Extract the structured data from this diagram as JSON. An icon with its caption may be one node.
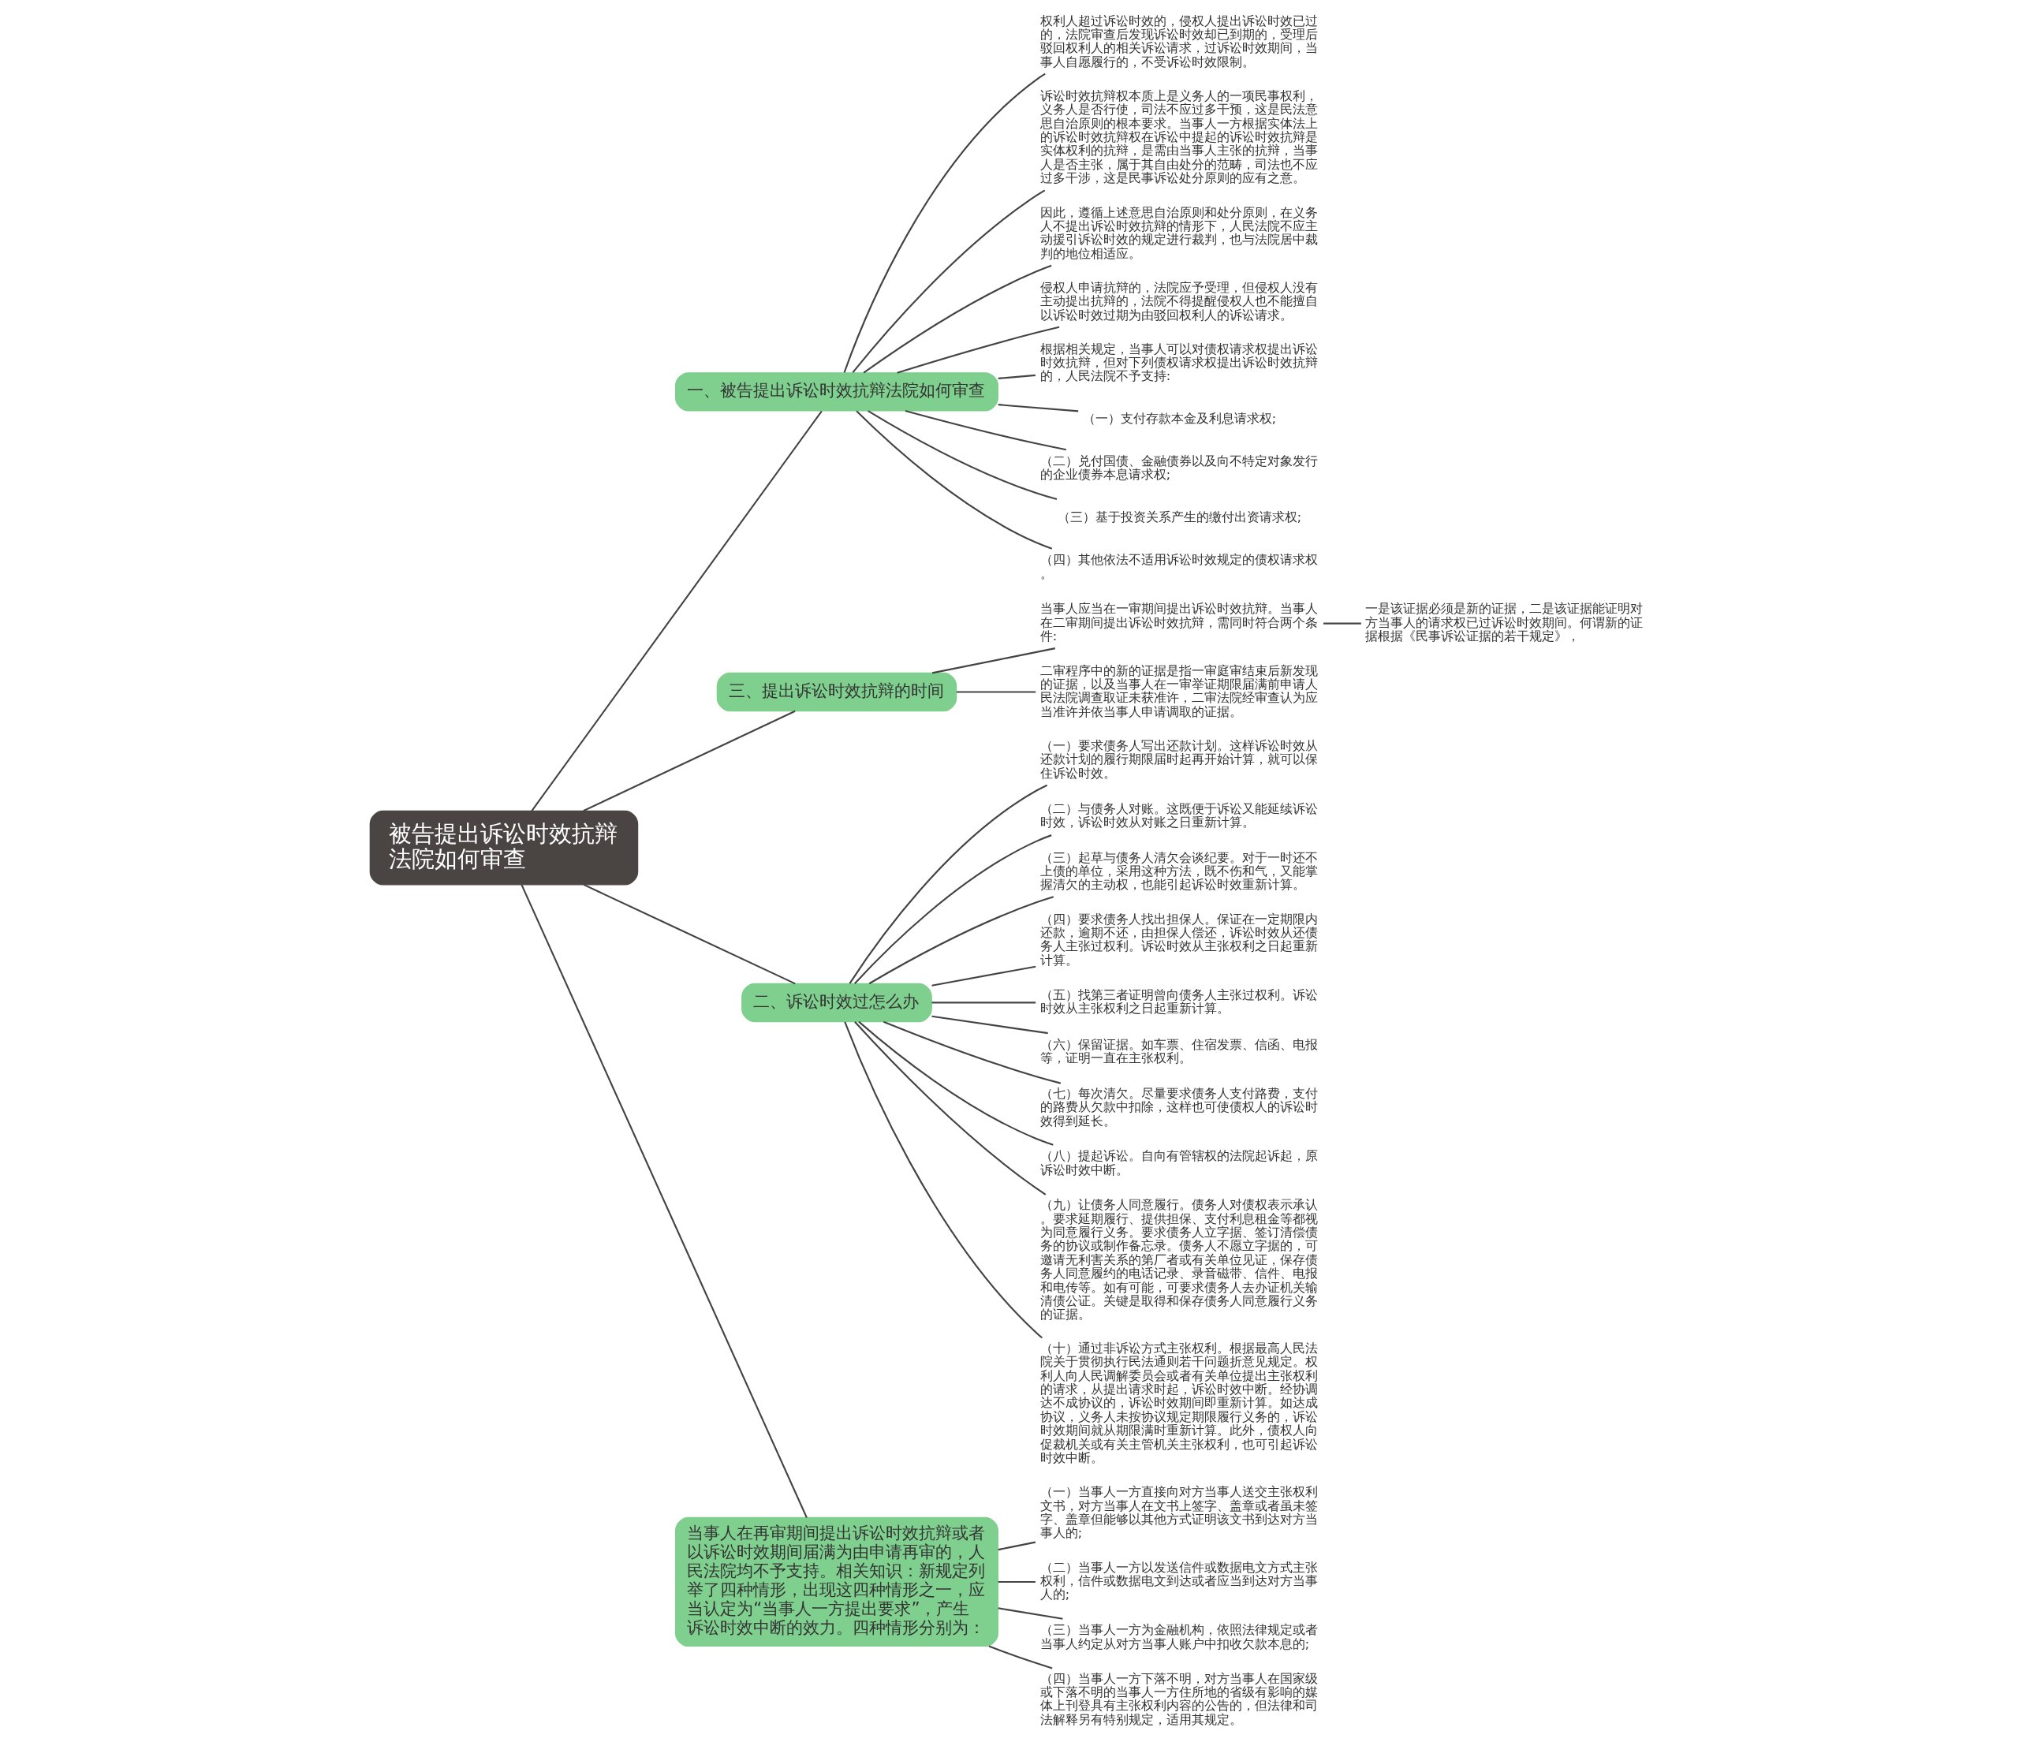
{
  "diagram": {
    "nodes": [
      {
        "text": [
          "被告提出诉讼时效抗辩法院如何审查"
        ]
      },
      {
        "text": [
          "一、被告提出诉讼时效抗辩法院如何审查"
        ]
      },
      {
        "text": [
          "权利人超过诉讼时效的，侵权人提出诉讼时效已过的，法院审查后发现诉讼时效却已到期的，受理后驳回权利人的相关诉讼请求，过诉讼时效期间，当事人自愿履行的，不受诉讼时效限制。"
        ]
      },
      {
        "text": [
          "诉讼时效抗辩权本质上是义务人的一项民事权利，义务人是否行使，司法不应过多干预，这是民法意思自治原则的根本要求。当事人一方根据实体法上的诉讼时效抗辩权在诉讼中提起的诉讼时效抗辩是实体权利的抗辩，是需由当事人主张的抗辩，当事人是否主张，属于其自由处分的范畴，司法也不应过多干涉，这是民事诉讼处分原则的应有之意。"
        ]
      },
      {
        "text": [
          "因此，遵循上述意思自治原则和处分原则，在义务人不提出诉讼时效抗辩的情形下，人民法院不应主动援引诉讼时效的规定进行裁判，也与法院居中裁判的地位相适应。"
        ]
      },
      {
        "text": [
          "侵权人申请抗辩的，法院应予受理，但侵权人没有主动提出抗辩的，法院不得提醒侵权人也不能擅自以诉讼时效过期为由驳回权利人的诉讼请求。"
        ]
      },
      {
        "text": [
          "根据相关规定，当事人可以对债权请求权提出诉讼时效抗辩，但对下列债权请求权提出诉讼时效抗辩的，人民法院不予支持:"
        ]
      },
      {
        "text": [
          "（一）支付存款本金及利息请求权;"
        ]
      },
      {
        "text": [
          "（二）兑付国债、金融债券以及向不特定对象发行的企业债券本息请求权;"
        ]
      },
      {
        "text": [
          "（三）基于投资关系产生的缴付出资请求权;"
        ]
      },
      {
        "text": [
          "（四）其他依法不适用诉讼时效规定的债权请求权。"
        ]
      },
      {
        "text": [
          "三、提出诉讼时效抗辩的时间"
        ]
      },
      {
        "text": [
          "当事人应当在一审期间提出诉讼时效抗辩。当事人在二审期间提出诉讼时效抗辩，需同时符合两个条件:"
        ]
      },
      {
        "text": [
          "二审程序中的新的证据是指一审庭审结束后新发现的证据，以及当事人在一审举证期限届满前申请人民法院调查取证未获准许，二审法院经审查认为应当准许并依当事人申请调取的证据。"
        ]
      },
      {
        "text": [
          "一是该证据必须是新的证据，二是该证据能证明对方当事人的请求权已过诉讼时效期间。何谓新的证据根据《民事诉讼证据的若干规定》，"
        ]
      },
      {
        "text": [
          "二、诉讼时效过怎么办"
        ]
      },
      {
        "text": [
          "（一）要求债务人写出还款计划。这样诉讼时效从还款计划的履行期限届时起再开始计算，就可以保住诉讼时效。"
        ]
      },
      {
        "text": [
          "（二）与债务人对账。这既便于诉讼又能延续诉讼时效，诉讼时效从对账之日重新计算。"
        ]
      },
      {
        "text": [
          "（三）起草与债务人清欠会谈纪要。对于一时还不上债的单位，采用这种方法，既不伤和气，又能掌握清欠的主动权，也能引起诉讼时效重新计算。"
        ]
      },
      {
        "text": [
          "（四）要求债务人找出担保人。保证在一定期限内还款，逾期不还，由担保人偿还，诉讼时效从还债务人主张过权利。诉讼时效从主张权利之日起重新计算。"
        ]
      },
      {
        "text": [
          "（五）找第三者证明曾向债务人主张过权利。诉讼时效从主张权利之日起重新计算。"
        ]
      },
      {
        "text": [
          "（六）保留证据。如车票、住宿发票、信函、电报等，证明一直在主张权利。"
        ]
      },
      {
        "text": [
          "（七）每次清欠。尽量要求债务人支付路费，支付的路费从欠款中扣除，这样也可使债权人的诉讼时效得到延长。"
        ]
      },
      {
        "text": [
          "（八）提起诉讼。自向有管辖权的法院起诉起，原诉讼时效中断。"
        ]
      },
      {
        "text": [
          "（九）让债务人同意履行。债务人对债权表示承认。要求延期履行、提供担保、支付利息租金等都视为同意履行义务。要求债务人立字据、签订清偿债务的协议或制作备忘录。债务人不愿立字据的，可邀请无利害关系的第厂者或有关单位见证，保存债务人同意履约的电话记录、录音磁带、信件、电报和电传等。如有可能，可要求债务人去办证机关输清债公证。关键是取得和保存债务人同意履行义务的证据。"
        ]
      },
      {
        "text": [
          "（十）通过非诉讼方式主张权利。根据最高人民法院关于贯彻执行民法通则若干问题折意见规定。权利人向人民调解委员会或者有关单位提出主张权利的请求，从提出请求时起，诉讼时效中断。经协调达不成协议的，诉讼时效期间即重新计算。如达成协议，义务人未按协议规定期限履行义务的，诉讼时效期间就从期限满时重新计算。此外，债权人向促裁机关或有关主管机关主张权利，也可引起诉讼时效中断。"
        ]
      },
      {
        "text": [
          "当事人在再审期间提出诉讼时效抗辩或者以诉讼时效期间届满为由申请再审的，人民法院均不予支持。相关知识：新规定列举了四种情形，出现这四种情形之一，应当认定为“当事人一方提出要求”，产生诉讼时效中断的效力。四种情形分别为："
        ]
      },
      {
        "text": [
          "（一）当事人一方直接向对方当事人送交主张权利文书，对方当事人在文书上签字、盖章或者虽未签字、盖章但能够以其他方式证明该文书到达对方当事人的;"
        ]
      },
      {
        "text": [
          "（二）当事人一方以发送信件或数据电文方式主张权利，信件或数据电文到达或者应当到达对方当事人的;"
        ]
      },
      {
        "text": [
          "（三）当事人一方为金融机构，依照法律规定或者当事人约定从对方当事人账户中扣收欠款本息的;"
        ]
      },
      {
        "text": [
          "（四）当事人一方下落不明，对方当事人在国家级或下落不明的当事人一方住所地的省级有影响的媒体上刊登具有主张权利内容的公告的，但法律和司法解释另有特别规定，适用其规定。"
        ]
      }
    ],
    "edges": [
      {
        "from": 0,
        "to": 1,
        "arrow": "none"
      },
      {
        "from": 1,
        "to": 2,
        "arrow": "none"
      },
      {
        "from": 1,
        "to": 3,
        "arrow": "none"
      },
      {
        "from": 1,
        "to": 4,
        "arrow": "none"
      },
      {
        "from": 1,
        "to": 5,
        "arrow": "none"
      },
      {
        "from": 1,
        "to": 6,
        "arrow": "none"
      },
      {
        "from": 1,
        "to": 7,
        "arrow": "none"
      },
      {
        "from": 1,
        "to": 8,
        "arrow": "none"
      },
      {
        "from": 1,
        "to": 9,
        "arrow": "none"
      },
      {
        "from": 1,
        "to": 10,
        "arrow": "none"
      },
      {
        "from": 0,
        "to": 11,
        "arrow": "none"
      },
      {
        "from": 11,
        "to": 12,
        "arrow": "none"
      },
      {
        "from": 11,
        "to": 13,
        "arrow": "none"
      },
      {
        "from": 12,
        "to": 14,
        "arrow": "none"
      },
      {
        "from": 0,
        "to": 15,
        "arrow": "none"
      },
      {
        "from": 15,
        "to": 16,
        "arrow": "none"
      },
      {
        "from": 15,
        "to": 17,
        "arrow": "none"
      },
      {
        "from": 15,
        "to": 18,
        "arrow": "none"
      },
      {
        "from": 15,
        "to": 19,
        "arrow": "none"
      },
      {
        "from": 15,
        "to": 20,
        "arrow": "none"
      },
      {
        "from": 15,
        "to": 21,
        "arrow": "none"
      },
      {
        "from": 15,
        "to": 22,
        "arrow": "none"
      },
      {
        "from": 15,
        "to": 23,
        "arrow": "none"
      },
      {
        "from": 15,
        "to": 24,
        "arrow": "none"
      },
      {
        "from": 15,
        "to": 25,
        "arrow": "none"
      },
      {
        "from": 0,
        "to": 26,
        "arrow": "none"
      },
      {
        "from": 26,
        "to": 27,
        "arrow": "none"
      },
      {
        "from": 26,
        "to": 28,
        "arrow": "none"
      },
      {
        "from": 26,
        "to": 29,
        "arrow": "none"
      },
      {
        "from": 26,
        "to": 30,
        "arrow": "none"
      }
    ]
  }
}
